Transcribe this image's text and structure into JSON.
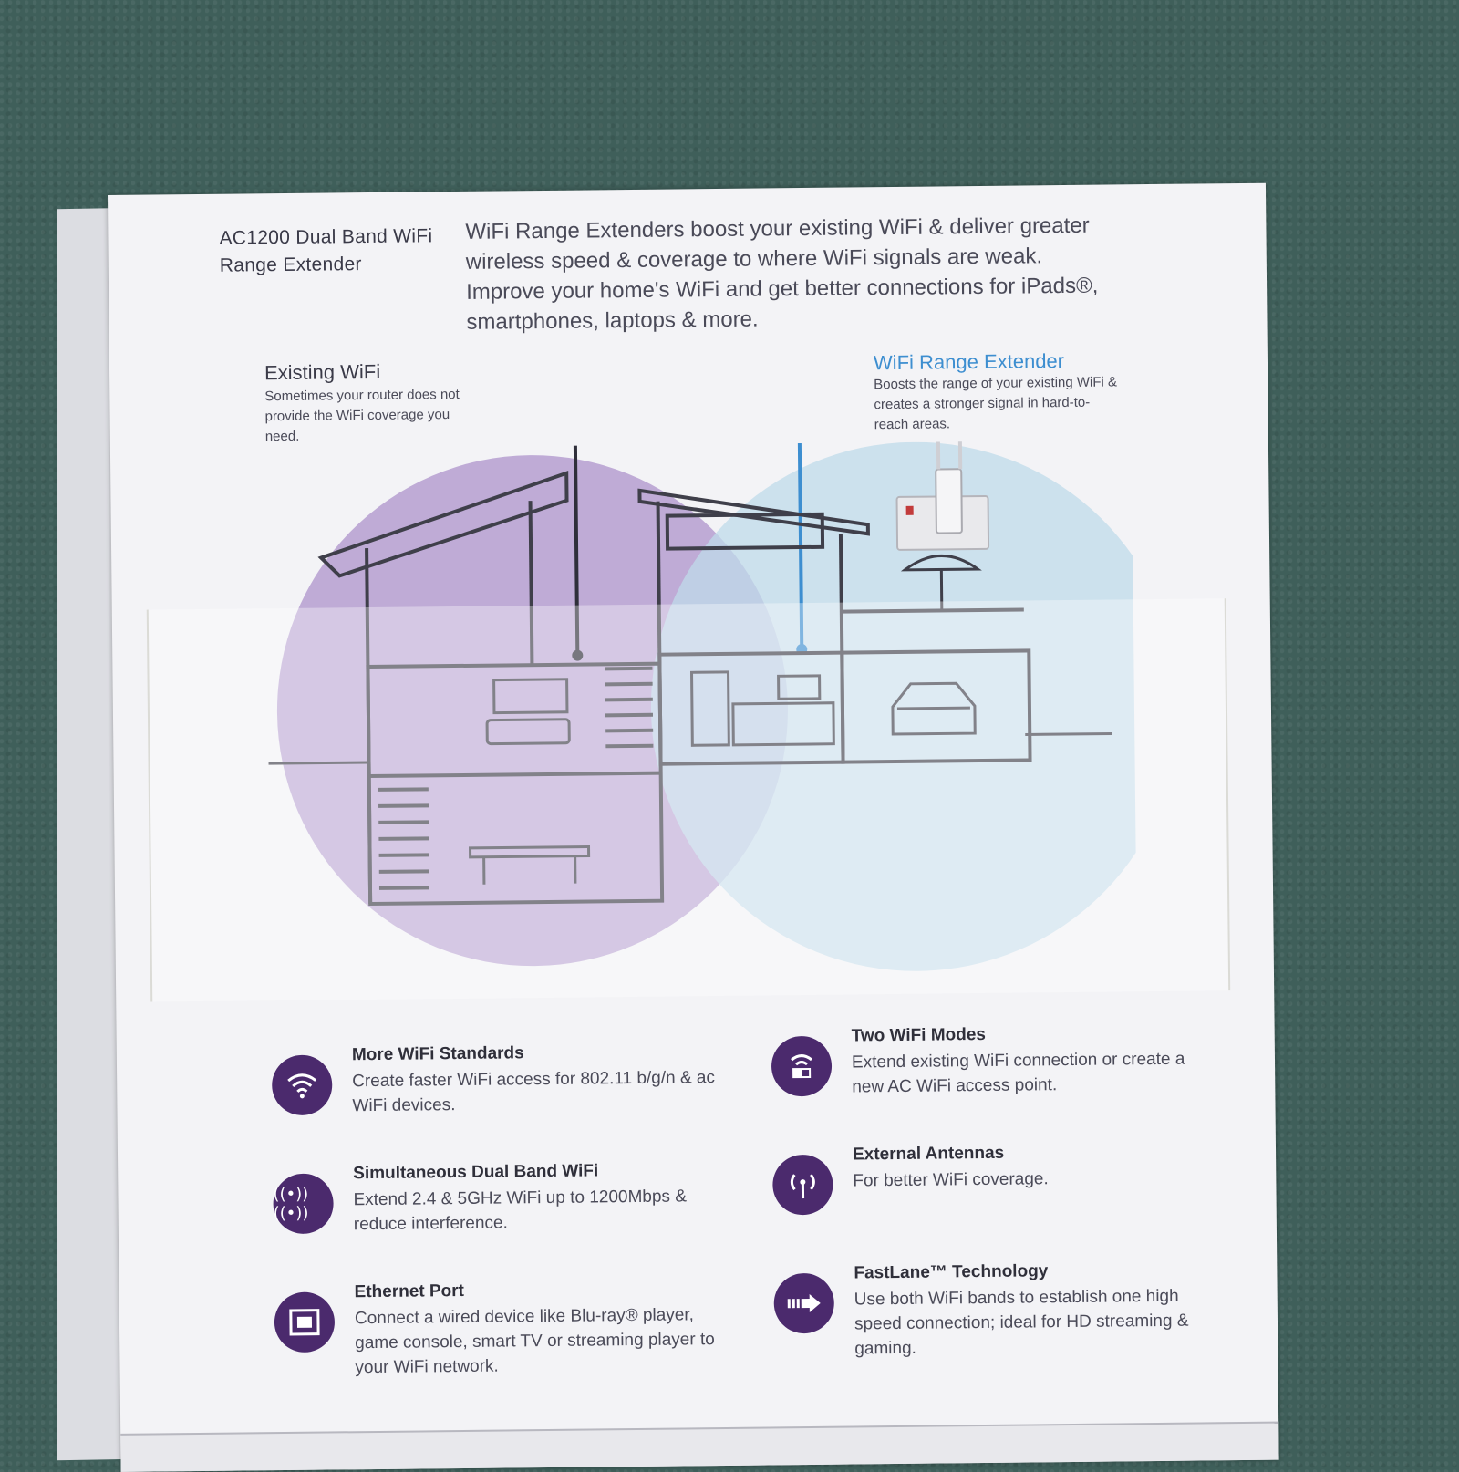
{
  "box": {
    "product_name": "AC1200 Dual Band WiFi Range Extender",
    "intro": "WiFi Range Extenders boost your existing WiFi & deliver greater wireless speed & coverage to where WiFi signals are weak. Improve your home's WiFi and get better connections for iPads®, smartphones, laptops & more."
  },
  "callouts": {
    "existing": {
      "title": "Existing WiFi",
      "desc": "Sometimes your router does not provide the WiFi coverage you need."
    },
    "extender": {
      "title": "WiFi Range Extender",
      "desc": "Boosts the range of your existing WiFi & creates a stronger signal in hard-to-reach areas."
    }
  },
  "features": [
    {
      "title": "More WiFi Standards",
      "desc": "Create faster WiFi access for 802.11 b/g/n & ac WiFi devices.",
      "icon": "wifi-icon"
    },
    {
      "title": "Simultaneous Dual Band WiFi",
      "desc": "Extend 2.4 & 5GHz WiFi up to 1200Mbps & reduce interference.",
      "icon": "dual-band-icon"
    },
    {
      "title": "Ethernet Port",
      "desc": "Connect a wired device like Blu-ray® player, game console, smart TV or streaming player to your WiFi network.",
      "icon": "ethernet-port-icon"
    },
    {
      "title": "Two WiFi Modes",
      "desc": "Extend existing WiFi connection or create a new AC WiFi access point.",
      "icon": "wifi-modes-icon"
    },
    {
      "title": "External Antennas",
      "desc": "For better WiFi coverage.",
      "icon": "antenna-icon"
    },
    {
      "title": "FastLane™ Technology",
      "desc": "Use both WiFi bands to establish one high speed connection; ideal for HD streaming & gaming.",
      "icon": "fastlane-arrow-icon"
    }
  ],
  "colors": {
    "purple_circle": "#b9a3d3",
    "blue_circle": "#bfdbe9",
    "icon_bg": "#4b2a6d",
    "extender_accent": "#3d8ed0"
  }
}
